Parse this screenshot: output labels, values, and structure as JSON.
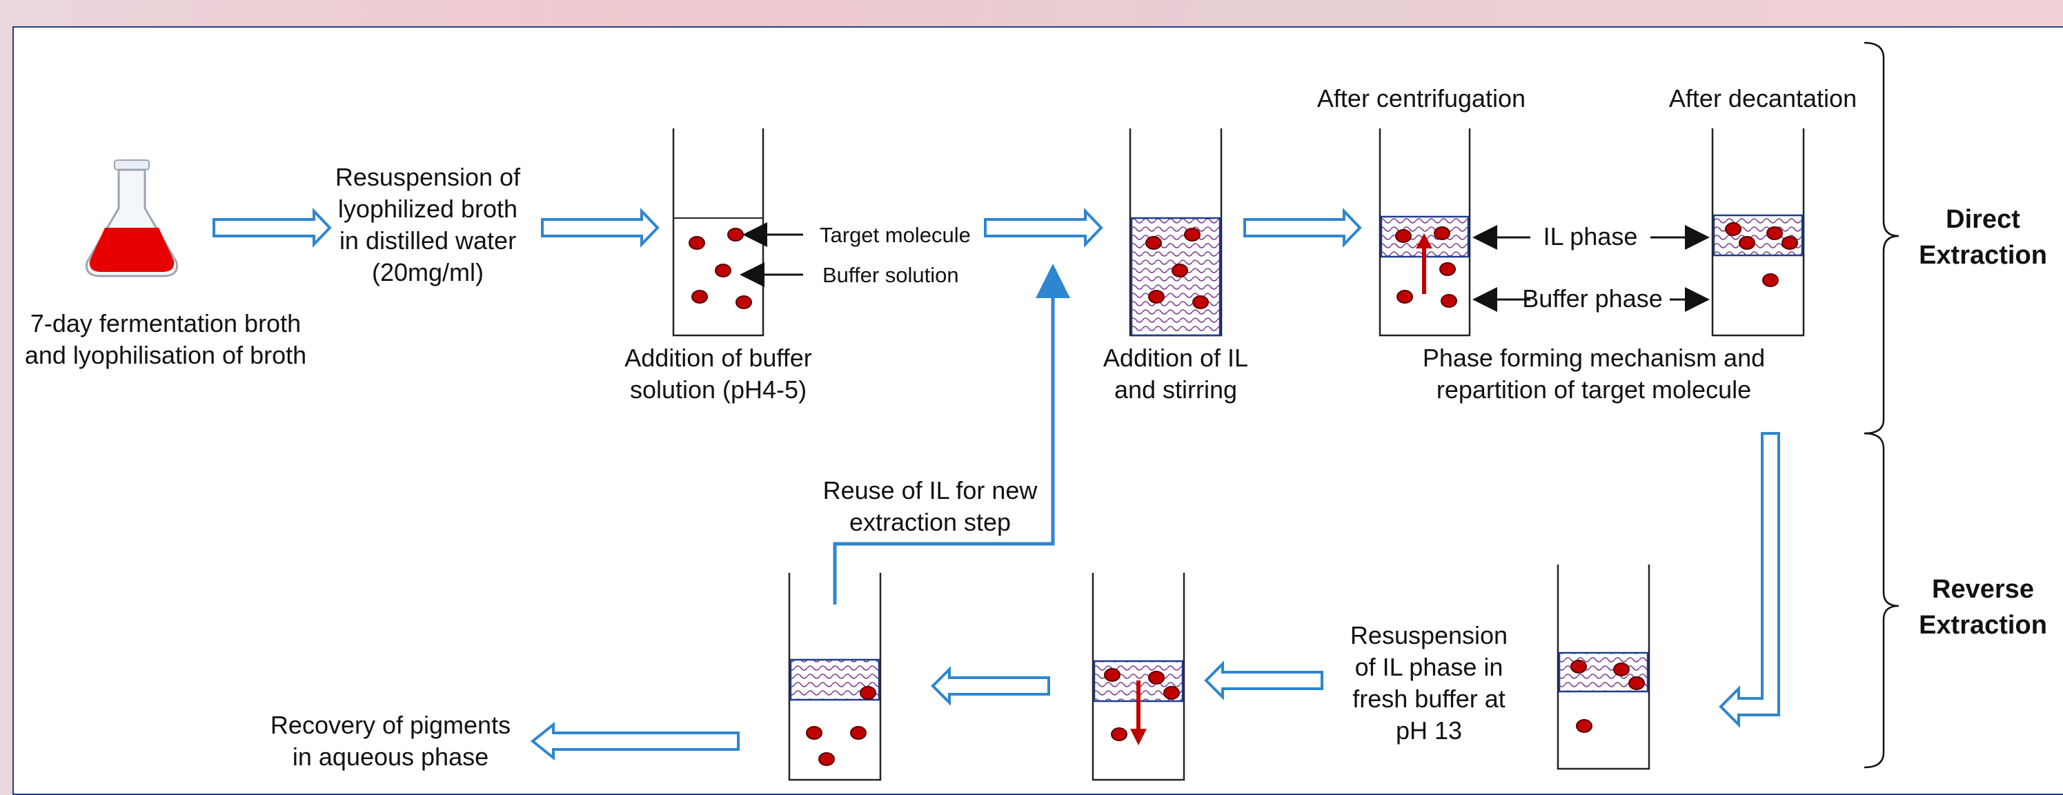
{
  "colors": {
    "frame": "#1f3d8a",
    "flow_arrow": "#2e86d0",
    "molecule": "#c00000",
    "molecule_edge": "#5a0000",
    "il_phase_hatch": "#7a3b8f",
    "flask_liquid": "#e60000",
    "panel_bg": "#ffffff"
  },
  "direct_row": {
    "step1_label": "7-day fermentation broth\nand lyophilisation of broth",
    "step2_label": "Resuspension of\nlyophilized broth\nin distilled water\n(20mg/ml)",
    "step3_label": "Addition of buffer\nsolution (pH4-5)",
    "target_molecule_callout": "Target molecule",
    "buffer_solution_callout": "Buffer solution",
    "step4_label": "Addition of IL\nand stirring",
    "after_centrifugation": "After centrifugation",
    "after_decantation": "After decantation",
    "il_phase_callout": "IL phase",
    "buffer_phase_callout": "Buffer phase",
    "phase_mechanism_label": "Phase forming mechanism and\nrepartition of target molecule"
  },
  "reverse_row": {
    "resuspension_label": "Resuspension\nof IL phase in\nfresh buffer at\npH 13",
    "reuse_label": "Reuse of IL for new\nextraction step",
    "recovery_label": "Recovery of pigments\nin aqueous phase"
  },
  "brackets": {
    "direct": "Direct\nExtraction",
    "reverse": "Reverse\nExtraction"
  },
  "icons": {
    "flask": "erlenmeyer-flask-icon",
    "flow_arrow": "hollow-right-arrow-icon",
    "tube": "test-tube-icon"
  }
}
